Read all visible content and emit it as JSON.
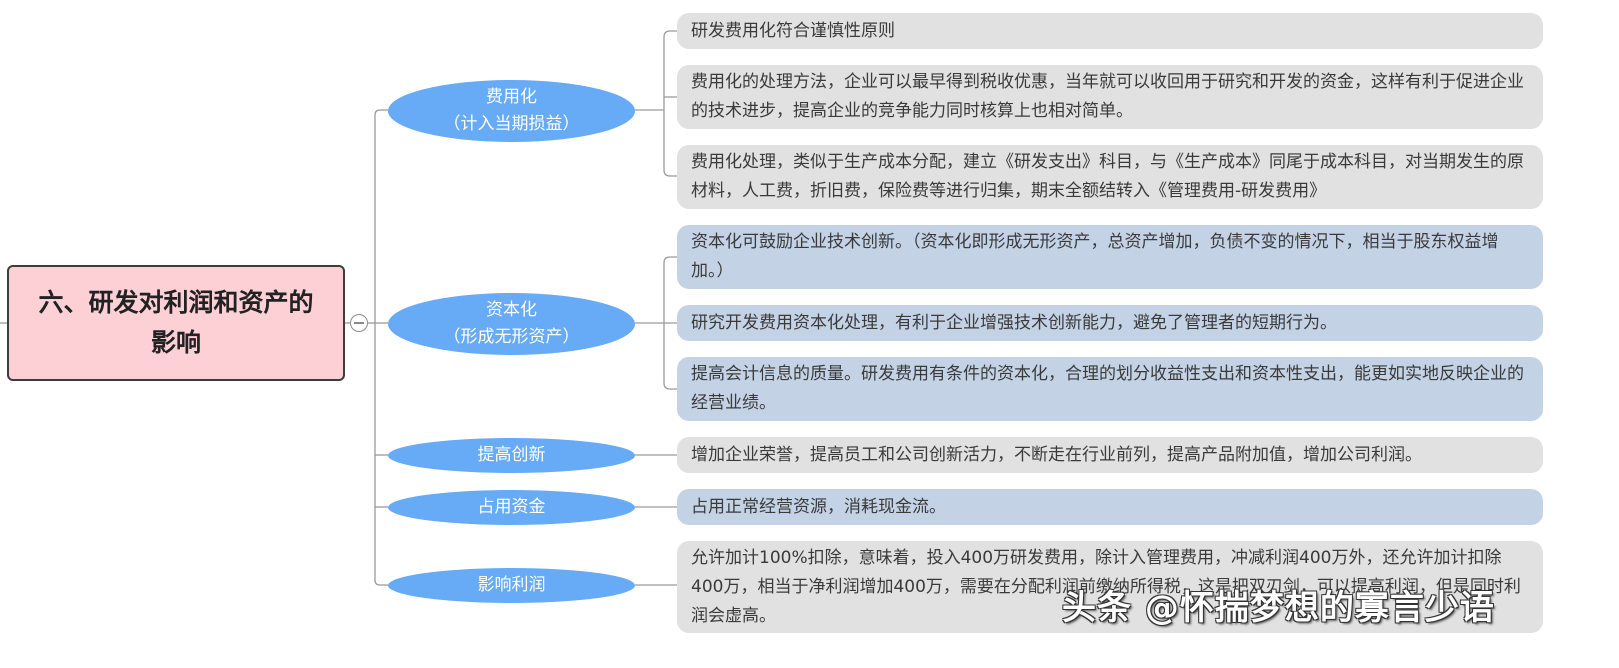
{
  "root": {
    "title": "六、研发对利润和资产的影响"
  },
  "branches": [
    {
      "title": "费用化",
      "subtitle": "（计入当期损益）",
      "leaves": [
        "研发费用化符合谨慎性原则",
        "费用化的处理方法，企业可以最早得到税收优惠，当年就可以收回用于研究和开发的资金，这样有利于促进企业的技术进步，提高企业的竞争能力同时核算上也相对简单。",
        "费用化处理，类似于生产成本分配，建立《研发支出》科目，与《生产成本》同尾于成本科目，对当期发生的原材料，人工费，折旧费，保险费等进行归集，期末全额结转入《管理费用-研发费用》"
      ]
    },
    {
      "title": "资本化",
      "subtitle": "（形成无形资产）",
      "leaves": [
        "资本化可鼓励企业技术创新。（资本化即形成无形资产，总资产增加，负债不变的情况下，相当于股东权益增加。）",
        "研究开发费用资本化处理，有利于企业增强技术创新能力，避免了管理者的短期行为。",
        "提高会计信息的质量。研发费用有条件的资本化，合理的划分收益性支出和资本性支出，能更如实地反映企业的经营业绩。"
      ]
    },
    {
      "title": "提高创新",
      "subtitle": "",
      "leaves": [
        "增加企业荣誉，提高员工和公司创新活力，不断走在行业前列，提高产品附加值，增加公司利润。"
      ]
    },
    {
      "title": "占用资金",
      "subtitle": "",
      "leaves": [
        "占用正常经营资源，消耗现金流。"
      ]
    },
    {
      "title": "影响利润",
      "subtitle": "",
      "leaves": [
        "允许加计100%扣除，意味着，投入400万研发费用，除计入管理费用，冲减利润400万外，还允许加计扣除400万，相当于净利润增加400万，需要在分配利润前缴纳所得税，这是把双刃剑，可以提高利润，但是同时利润会虚高。"
      ]
    }
  ],
  "watermark": "头条 @怀揣梦想的寡言少语",
  "colors": {
    "root_fill": "#fdd0d6",
    "branch_fill": "#67aaf5",
    "leaf_gray": "#e1e1e1",
    "leaf_blue": "#c4d2e6",
    "line": "#9a9a9a"
  }
}
